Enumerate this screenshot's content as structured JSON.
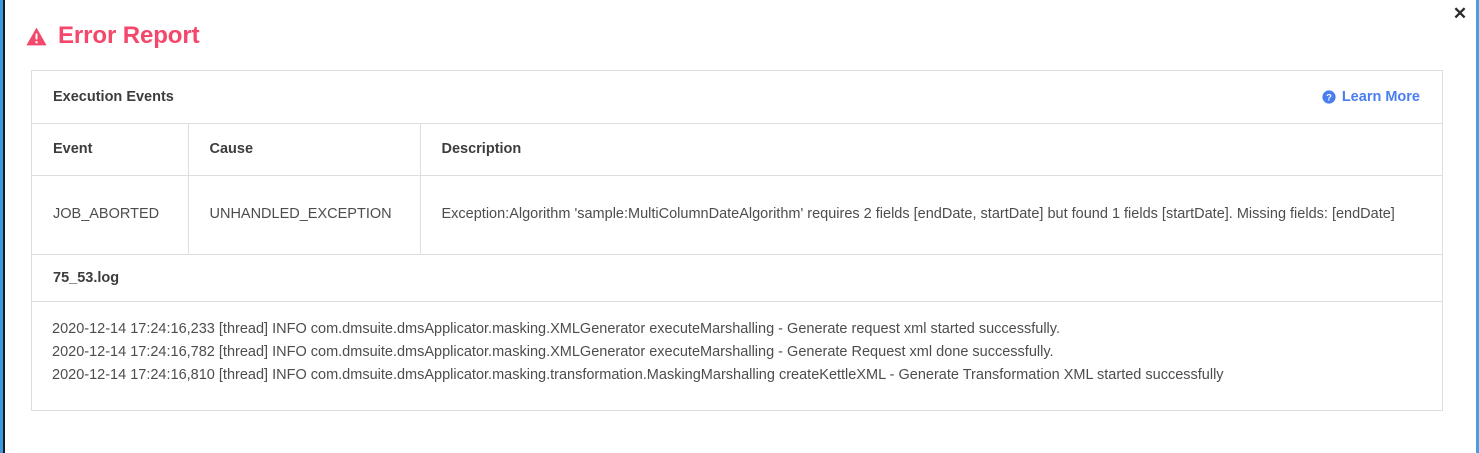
{
  "dialog": {
    "title": "Error Report",
    "warning_icon": "warning-triangle-icon",
    "close_label": "✕",
    "accent_color": "#f5476b",
    "link_color": "#4a7ef0",
    "border_color": "#dedede"
  },
  "card": {
    "header_title": "Execution Events",
    "learn_more_label": "Learn More",
    "help_icon": "question-circle-icon"
  },
  "table": {
    "columns": [
      "Event",
      "Cause",
      "Description"
    ],
    "rows": [
      {
        "event": "JOB_ABORTED",
        "cause": "UNHANDLED_EXCEPTION",
        "description": "Exception:Algorithm 'sample:MultiColumnDateAlgorithm' requires 2 fields [endDate, startDate] but found 1 fields [startDate]. Missing fields: [endDate]"
      }
    ]
  },
  "log": {
    "filename": "75_53.log",
    "lines": [
      "2020-12-14 17:24:16,233 [thread] INFO com.dmsuite.dmsApplicator.masking.XMLGenerator executeMarshalling - Generate request xml started successfully.",
      "2020-12-14 17:24:16,782 [thread] INFO com.dmsuite.dmsApplicator.masking.XMLGenerator executeMarshalling - Generate Request xml done successfully.",
      "2020-12-14 17:24:16,810 [thread] INFO com.dmsuite.dmsApplicator.masking.transformation.MaskingMarshalling createKettleXML - Generate Transformation XML started successfully"
    ]
  }
}
